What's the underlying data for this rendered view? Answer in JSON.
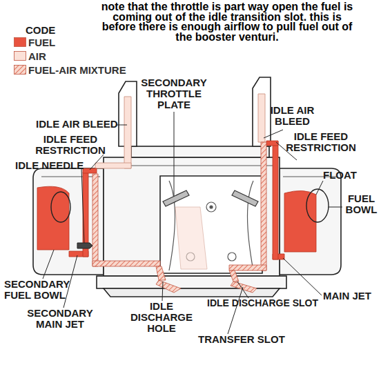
{
  "diagram": {
    "labels": [
      "note that the throttle is part way open the fuel is coming out of the idle transition slot.  this is before there is enough airflow to pull fuel out of the booster venturi.",
      "CODE",
      "IDLE AIR BLEED",
      "SECONDARY THROTTLE PLATE",
      "IDLE AIR BLEED",
      "IDLE FEED RESTRICTION",
      "IDLE FEED RESTRICTION",
      "IDLE NEEDLE",
      "FLOAT",
      "FUEL BOWL",
      "SECONDARY FUEL BOWL",
      "MAIN JET",
      "SECONDARY MAIN JET",
      "IDLE DISCHARGE HOLE",
      "IDLE DISCHARGE SLOT",
      "TRANSFER SLOT"
    ],
    "legend": [
      {
        "text": "FUEL",
        "color": "#e8533f"
      },
      {
        "text": "AIR",
        "color": "#fbe1d8"
      },
      {
        "text": "FUEL-AIR MIXTURE"
      }
    ]
  }
}
